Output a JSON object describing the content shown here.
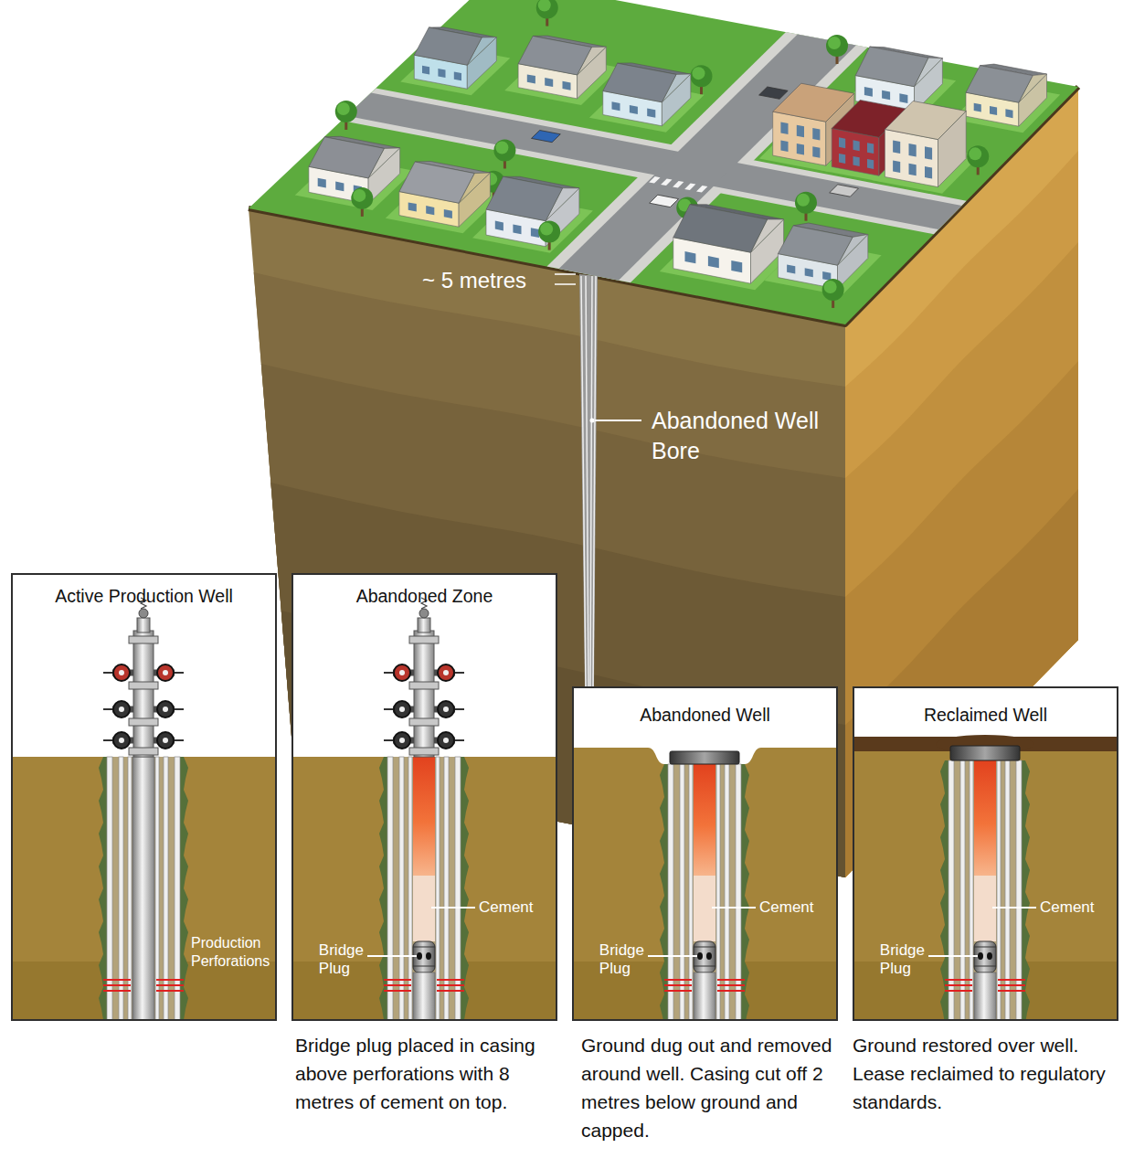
{
  "diagram": {
    "nodes": [
      {
        "text": [
          "Active Production Well"
        ]
      },
      {
        "text": [
          "Abandoned Zone"
        ]
      },
      {
        "text": [
          "Abandoned Well"
        ]
      },
      {
        "text": [
          "Reclaimed Well"
        ]
      }
    ],
    "labels": [
      "~ 5 metres",
      "Abandoned Well Bore",
      "Production Perforations",
      "Cement",
      "Bridge Plug",
      "Cement",
      "Bridge Plug",
      "Cement",
      "Bridge Plug",
      "Bridge plug placed in casing above perforations with 8 metres of cement on top.",
      "Ground dug out and removed around well. Casing cut off 2 metres below ground and capped.",
      "Ground restored over well. Lease reclaimed to regulatory standards."
    ]
  }
}
